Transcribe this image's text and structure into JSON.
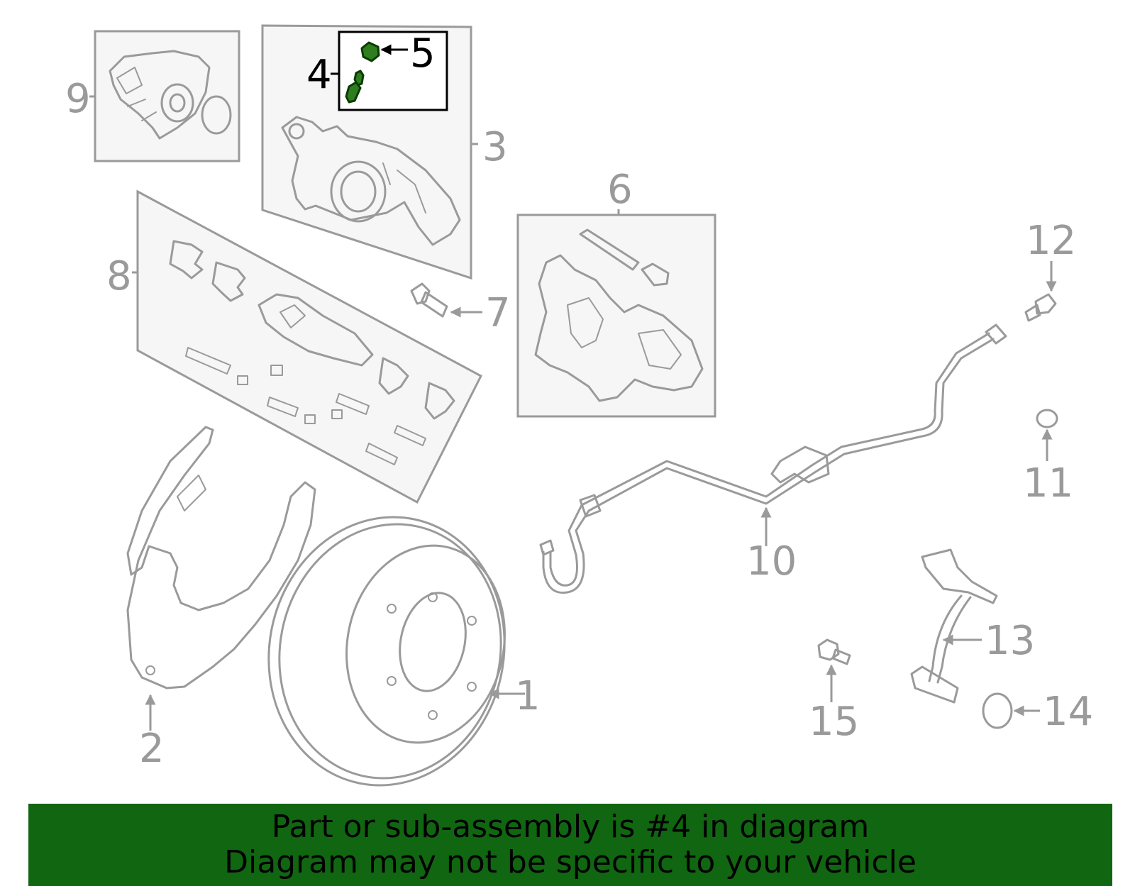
{
  "callouts": {
    "c1": "1",
    "c2": "2",
    "c3": "3",
    "c4": "4",
    "c5": "5",
    "c6": "6",
    "c7": "7",
    "c8": "8",
    "c9": "9",
    "c10": "10",
    "c11": "11",
    "c12": "12",
    "c13": "13",
    "c14": "14",
    "c15": "15"
  },
  "highlight_part": "4",
  "colors": {
    "highlight_fill": "#2e7d1e",
    "banner_bg": "#116611",
    "line_gray": "#9a9a9a",
    "box_fill": "#f6f6f6"
  },
  "banner": {
    "line1": "Part or sub-assembly is #4 in diagram",
    "line2": "Diagram may not be specific to your vehicle"
  }
}
